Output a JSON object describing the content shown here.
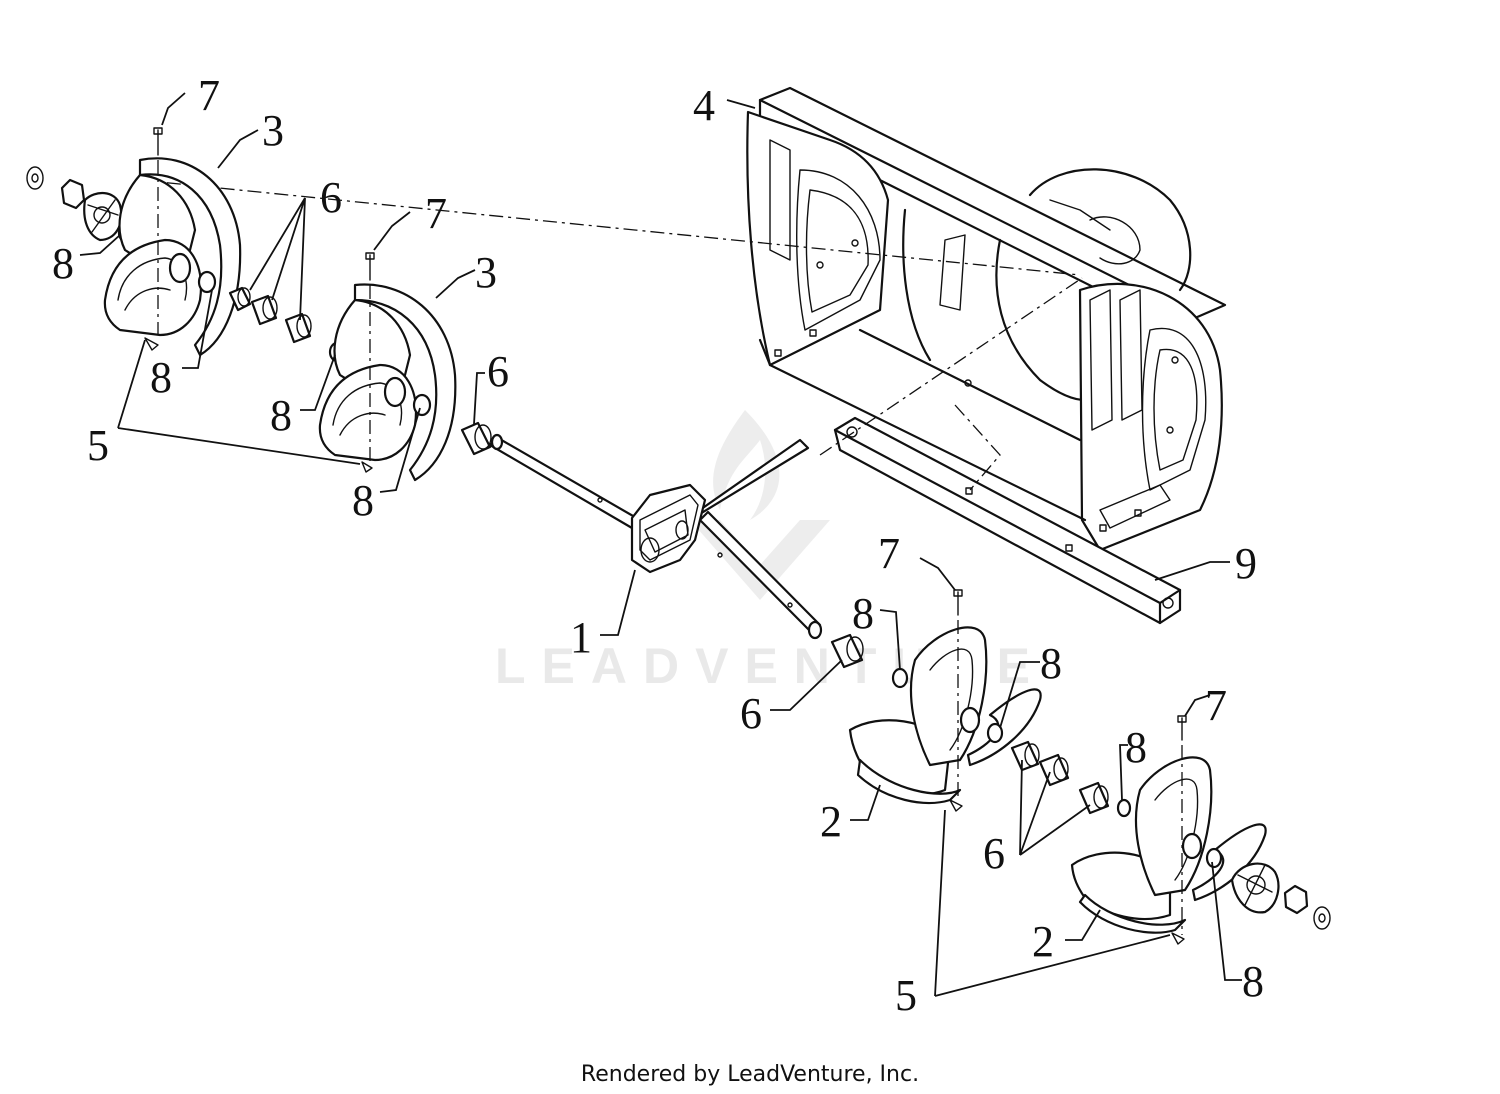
{
  "watermark_text": "LEADVENTURE",
  "footer_text": "Rendered by LeadVenture, Inc.",
  "callouts": {
    "c1": "1",
    "c2a": "2",
    "c2b": "2",
    "c3a": "3",
    "c3b": "3",
    "c4": "4",
    "c5a": "5",
    "c5b": "5",
    "c6a": "6",
    "c6b": "6",
    "c6c": "6",
    "c6d": "6",
    "c7a": "7",
    "c7b": "7",
    "c7c": "7",
    "c7d": "7",
    "c8a": "8",
    "c8b": "8",
    "c8c": "8",
    "c8d": "8",
    "c8e": "8",
    "c8f": "8",
    "c8g": "8",
    "c8h": "8"
  }
}
